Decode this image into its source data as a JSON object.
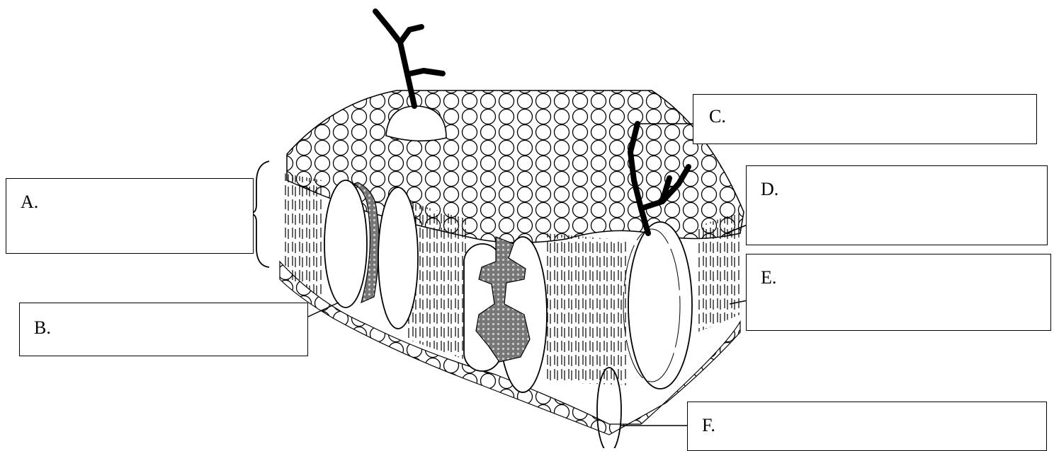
{
  "labels": [
    {
      "id": "A",
      "text": "A."
    },
    {
      "id": "B",
      "text": "B."
    },
    {
      "id": "C",
      "text": "C."
    },
    {
      "id": "D",
      "text": "D."
    },
    {
      "id": "E",
      "text": "E."
    },
    {
      "id": "F",
      "text": "F."
    }
  ],
  "colors": {
    "line": "#000000",
    "fill": "#ffffff",
    "shade": "#6e6e6e"
  }
}
